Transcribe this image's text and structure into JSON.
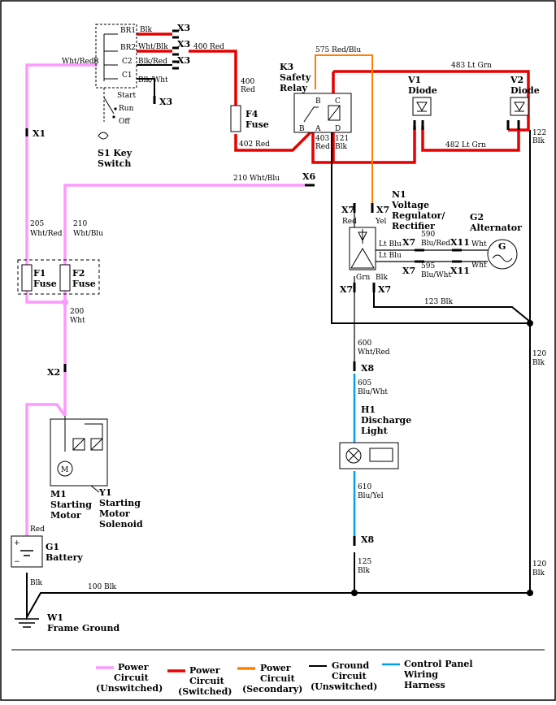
{
  "colors": {
    "unswitched": "#ff99ff",
    "switched": "#e60000",
    "secondary": "#ff8000",
    "ground": "#000000",
    "harness": "#00a0e6"
  },
  "connectors": {
    "x3_top": "X3",
    "x3_mid": "X3",
    "x3_low": "X3",
    "x3_bottom": "X3",
    "x1": "X1",
    "x2": "X2",
    "x6": "X6",
    "x7_a": "X7",
    "x7_b": "X7",
    "x7_c": "X7",
    "x7_d": "X7",
    "x7_e": "X7",
    "x7_f": "X7",
    "x11_a": "X11",
    "x11_b": "X11",
    "x8_a": "X8",
    "x8_b": "X8"
  },
  "switch": {
    "br1": "BR1",
    "br2": "BR2",
    "c2": "C2",
    "c1": "C1",
    "b": "B",
    "start": "Start",
    "run": "Run",
    "off": "Off",
    "name": "S1 Key",
    "name2": "Switch"
  },
  "wires": {
    "blk_br1": "Blk",
    "wht_blk": "Wht/Blk",
    "blk_red": "Blk/Red",
    "blk_wht": "Blk/Wht",
    "w400": "400 Red",
    "w400b": "400",
    "w400c": "Red",
    "w402": "402 Red",
    "w575": "575 Red/Blu",
    "w483": "483 Lt Grn",
    "w482": "482 Lt Grn",
    "w403a": "403",
    "w403b": "Red",
    "w121a": "121",
    "w121b": "Blk",
    "w122a": "122",
    "w122b": "Blk",
    "wht_red": "Wht/Red",
    "w205a": "205",
    "w205b": "Wht/Red",
    "w210a": "210",
    "w210b": "Wht/Blu",
    "w210top": "210 Wht/Blu",
    "w200a": "200",
    "w200b": "Wht",
    "red_n1": "Red",
    "yel_n1": "Yel",
    "ltblu_a": "Lt Blu",
    "ltblu_b": "Lt Blu",
    "w590a": "590",
    "w590b": "Blu/Red",
    "w595a": "595",
    "w595b": "Blu/Wht",
    "wht_a": "Wht",
    "wht_b": "Wht",
    "grn": "Grn",
    "blk_n1": "Blk",
    "w123": "123 Blk",
    "w120a": "120",
    "w120b": "Blk",
    "w120c": "120",
    "w120d": "Blk",
    "w600a": "600",
    "w600b": "Wht/Red",
    "w605a": "605",
    "w605b": "Blu/Wht",
    "w610a": "610",
    "w610b": "Blu/Yel",
    "w125a": "125",
    "w125b": "Blk",
    "w100": "100 Blk",
    "red_batt": "Red",
    "blk_batt": "Blk"
  },
  "components": {
    "k3_a": "K3",
    "k3_b": "Safety",
    "k3_c": "Relay",
    "k3_pin_b": "B",
    "k3_pin_c": "C",
    "k3_pin_b2": "B",
    "k3_pin_a": "A",
    "k3_pin_d": "D",
    "f4_a": "F4",
    "f4_b": "Fuse",
    "v1_a": "V1",
    "v1_b": "Diode",
    "v2_a": "V2",
    "v2_b": "Diode",
    "n1_a": "N1",
    "n1_b": "Voltage",
    "n1_c": "Regulator/",
    "n1_d": "Rectifier",
    "g2_a": "G2",
    "g2_b": "Alternator",
    "g2_sym": "G",
    "f1_a": "F1",
    "f1_b": "Fuse",
    "f2_a": "F2",
    "f2_b": "Fuse",
    "m1_a": "M1",
    "m1_b": "Starting",
    "m1_c": "Motor",
    "m1_sym": "M",
    "y1_a": "Y1",
    "y1_b": "Starting",
    "y1_c": "Motor",
    "y1_d": "Solenoid",
    "h1_a": "H1",
    "h1_b": "Discharge",
    "h1_c": "Light",
    "g1_a": "G1",
    "g1_b": "Battery",
    "g1_plus": "+",
    "g1_minus": "−",
    "w1_a": "W1",
    "w1_b": "Frame Ground"
  },
  "legend": [
    {
      "line1": "Power",
      "line2": "Circuit",
      "line3": "(Unswitched)",
      "color": "#ff99ff"
    },
    {
      "line1": "Power",
      "line2": "Circuit",
      "line3": "(Switched)",
      "color": "#e60000"
    },
    {
      "line1": "Power",
      "line2": "Circuit",
      "line3": "(Secondary)",
      "color": "#ff8000"
    },
    {
      "line1": "Ground",
      "line2": "Circuit",
      "line3": "(Unswitched)",
      "color": "#000000"
    },
    {
      "line1": "Control Panel",
      "line2": "Wiring",
      "line3": "Harness",
      "color": "#00a0e6"
    }
  ]
}
